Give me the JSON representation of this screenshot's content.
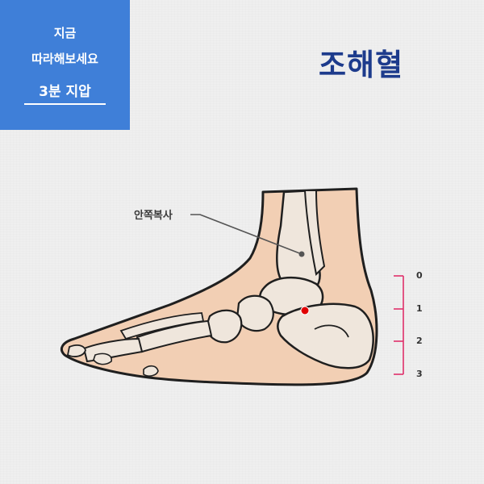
{
  "badge": {
    "line1": "지금",
    "line2": "따라해보세요",
    "line3": "3분 지압"
  },
  "title": "조해혈",
  "diagram": {
    "label": "안쪽복사",
    "scale_numbers": [
      "0",
      "1",
      "2",
      "3"
    ],
    "colors": {
      "badge_bg": "#3f7fd8",
      "title": "#1d3b8c",
      "skin": "#f2cfb4",
      "bone": "#efe6dc",
      "acupoint": "#e00000",
      "scale": "#e0306a"
    }
  }
}
